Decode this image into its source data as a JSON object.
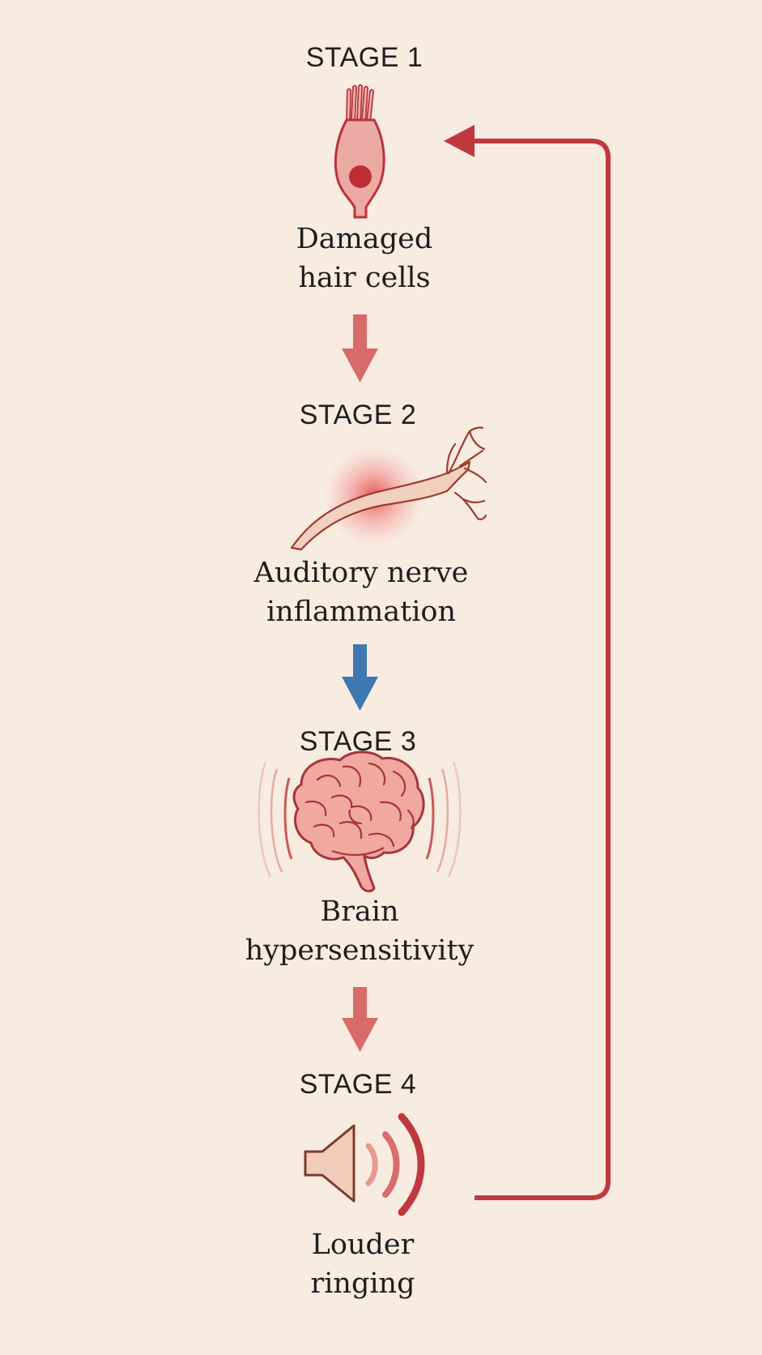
{
  "stages": [
    {
      "label": "STAGE 1",
      "caption_lines": [
        "Damaged",
        "hair cells"
      ],
      "icon": "hair-cell-icon"
    },
    {
      "label": "STAGE 2",
      "caption_lines": [
        "Auditory nerve",
        "inflammation"
      ],
      "icon": "nerve-inflammation-icon"
    },
    {
      "label": "STAGE 3",
      "caption_lines": [
        "Brain",
        "hypersensitivity"
      ],
      "icon": "brain-icon"
    },
    {
      "label": "STAGE 4",
      "caption_lines": [
        "Louder",
        "ringing"
      ],
      "icon": "speaker-ringing-icon"
    }
  ],
  "connectors": [
    {
      "from": 1,
      "to": 2,
      "color": "#d86a6a"
    },
    {
      "from": 2,
      "to": 3,
      "color": "#3f78b0"
    },
    {
      "from": 3,
      "to": 4,
      "color": "#d86a6a"
    }
  ],
  "feedback_loop": {
    "from": 4,
    "to": 1,
    "color": "#c0383f"
  },
  "colors": {
    "background": "#f8ebe0",
    "accent_red": "#c0383f",
    "accent_blue": "#3f78b0"
  }
}
